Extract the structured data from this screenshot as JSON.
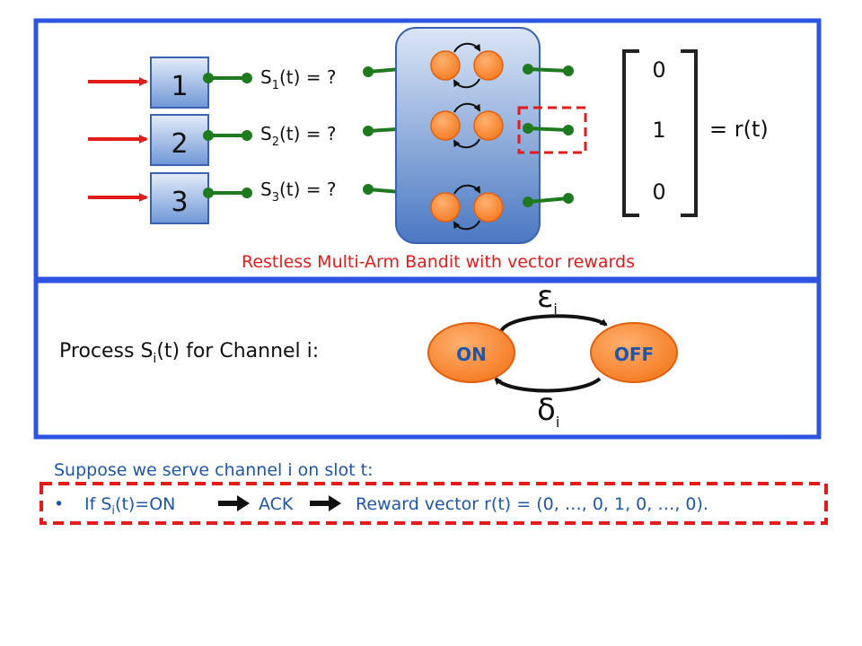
{
  "colors": {
    "panel_border": "#2f55e0",
    "red_arrow": "#e31b1b",
    "green": "#1f7a1f",
    "node_orange": "#f47a20",
    "cylinder_top": "#dbe6f6",
    "cylinder_bottom": "#4a78c2",
    "caption_red": "#e31b1b",
    "text_blue": "#1f56a8"
  },
  "arms": [
    {
      "label": "1",
      "state_prefix": "S",
      "state_sub": "1",
      "state_suffix": "(t) = ?"
    },
    {
      "label": "2",
      "state_prefix": "S",
      "state_sub": "2",
      "state_suffix": "(t) = ?"
    },
    {
      "label": "3",
      "state_prefix": "S",
      "state_sub": "3",
      "state_suffix": "(t) = ?"
    }
  ],
  "reward_vector": {
    "values": [
      "0",
      "1",
      "0"
    ],
    "equals_label": "= r(t)"
  },
  "caption": "Restless Multi-Arm Bandit with vector rewards",
  "process": {
    "label_prefix": "Process S",
    "label_sub": "i",
    "label_suffix": "(t) for Channel i:",
    "on_label": "ON",
    "off_label": "OFF",
    "epsilon_base": "ε",
    "epsilon_sub": "i",
    "delta_base": "δ",
    "delta_sub": "i"
  },
  "footnote": {
    "suppose": "Suppose we serve channel i on slot t:",
    "bullet": "•",
    "rule_if_prefix": "If S",
    "rule_if_sub": "i",
    "rule_if_suffix": "(t)=ON",
    "ack": "ACK",
    "reward": "Reward vector  r(t) = (0, …, 0, 1, 0, …, 0)."
  }
}
